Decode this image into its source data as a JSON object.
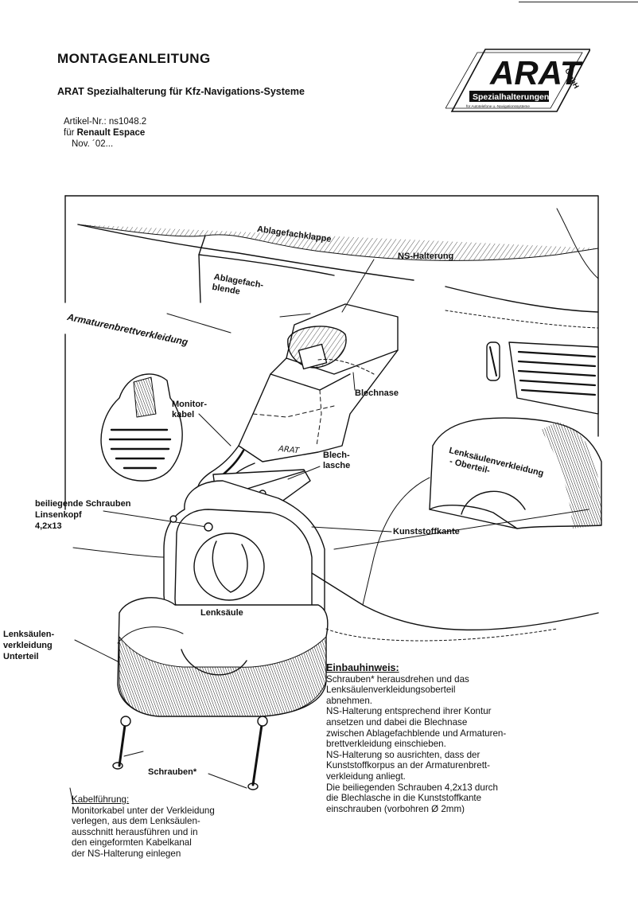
{
  "header": {
    "title": "MONTAGEANLEITUNG",
    "subtitle": "ARAT Spezialhalterung für Kfz-Navigations-Systeme",
    "article_label": "Artikel-Nr.: ns1048.2",
    "vehicle_prefix": "für",
    "vehicle": "Renault Espace",
    "date": "Nov. ´02..."
  },
  "logo": {
    "brand": "ARAT",
    "suffix": "GmbH",
    "line1": "Spezialhalterungen",
    "line2": "für Autotelefone u.-Navigationssysteme"
  },
  "labels": {
    "ablagefachklappe": "Ablagefachklappe",
    "ns_halterung": "NS-Halterung",
    "ablagefachblende_1": "Ablagefach-",
    "ablagefachblende_2": "blende",
    "armaturenbrett": "Armaturenbrettverkleidung",
    "monitorkabel_1": "Monitor-",
    "monitorkabel_2": "kabel",
    "blechnase": "Blechnase",
    "blechlasche_1": "Blech-",
    "blechlasche_2": "lasche",
    "arat_mark": "ARAT",
    "oberteil_1": "Lenksäulenverkleidung",
    "oberteil_2": "- Oberteil-",
    "schrauben_1": "beiliegende Schrauben",
    "schrauben_2": "Linsenkopf",
    "schrauben_3": "4,2x13",
    "kunststoffkante": "Kunststoffkante",
    "lenksaeule": "Lenksäule",
    "unterteil_1": "Lenksäulen-",
    "unterteil_2": "verkleidung",
    "unterteil_3": "Unterteil",
    "schrauben_star": "Schrauben*"
  },
  "note": {
    "heading": "Einbauhinweis:",
    "lines": [
      "Schrauben* herausdrehen und das",
      "Lenksäulenverkleidungsoberteil",
      "abnehmen.",
      "NS-Halterung entsprechend ihrer Kontur",
      "ansetzen und dabei die Blechnase",
      "zwischen Ablagefachblende und Armaturen-",
      "brettverkleidung einschieben.",
      "NS-Halterung so ausrichten, dass der",
      "Kunststoffkorpus an der Armaturenbrett-",
      "verkleidung anliegt.",
      "Die beiliegenden Schrauben 4,2x13 durch",
      "die Blechlasche in die Kunststoffkante",
      "einschrauben (vorbohren Ø 2mm)"
    ]
  },
  "cable": {
    "heading": "Kabelführung:",
    "lines": [
      "Monitorkabel unter der Verkleidung",
      "verlegen, aus dem Lenksäulen-",
      "ausschnitt herausführen und in",
      "den eingeformten Kabelkanal",
      "der NS-Halterung einlegen"
    ]
  }
}
